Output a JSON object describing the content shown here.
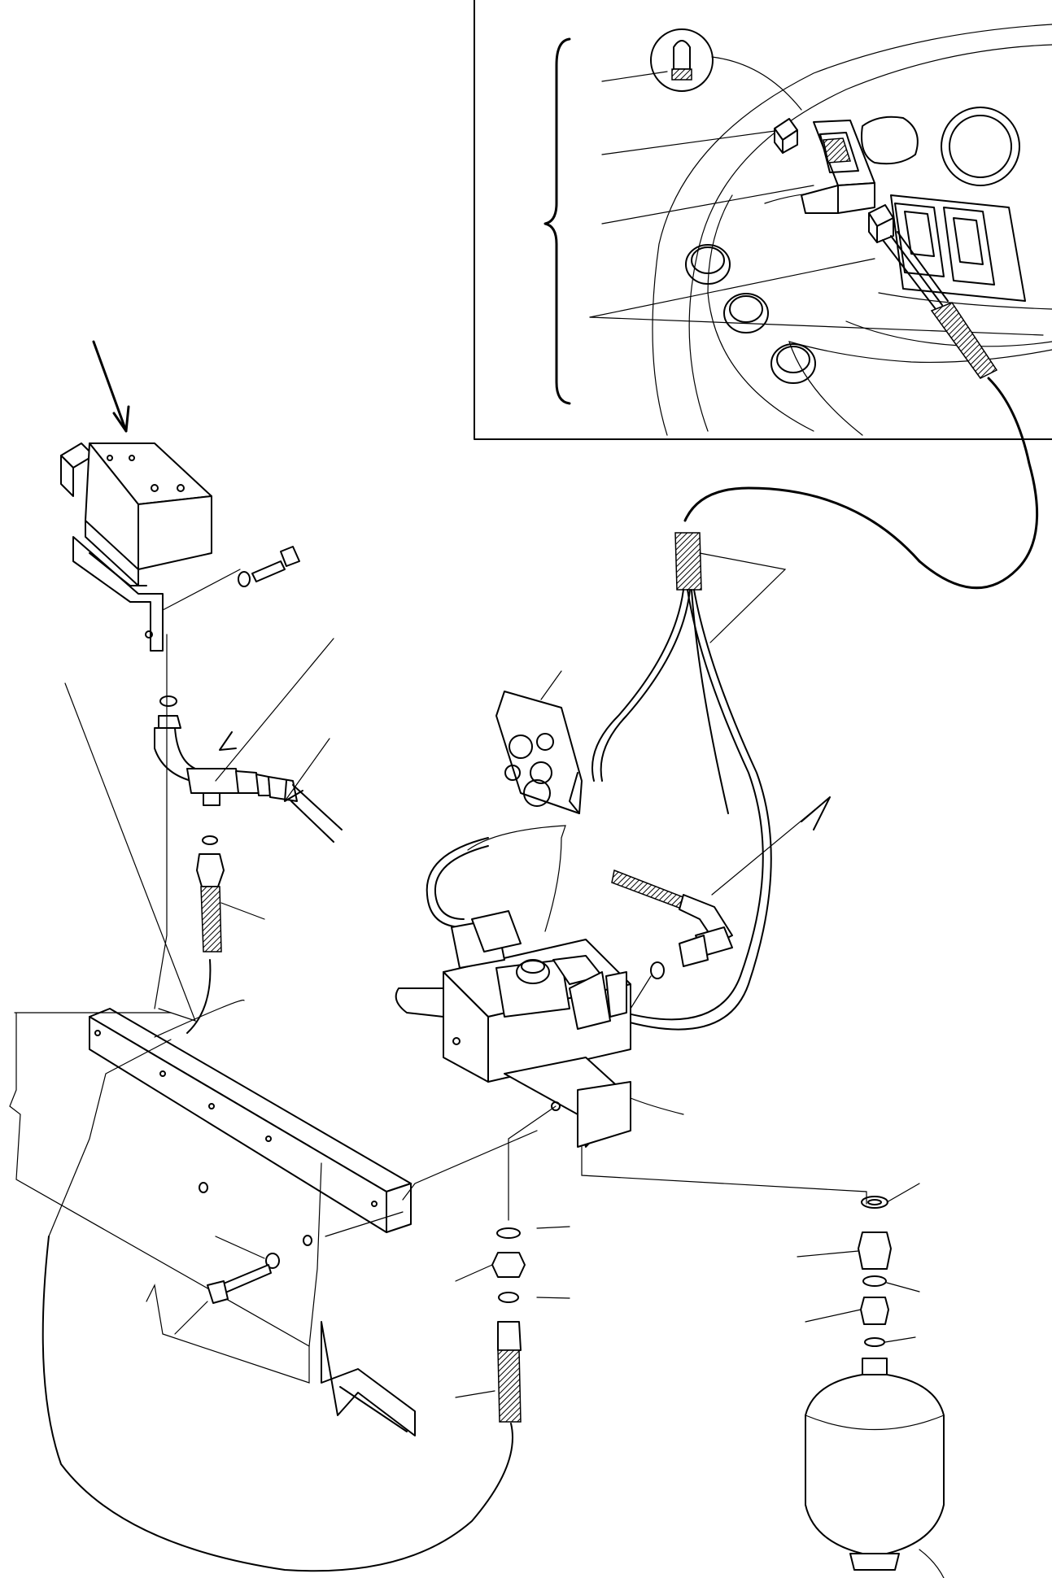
{
  "figure": {
    "kind": "exploded-parts-diagram",
    "line_color": "#000000",
    "background": "#ffffff"
  },
  "parts": {
    "dashboard_inset": [
      "bulb",
      "switch-cap",
      "rocker-switch",
      "switch-connector",
      "wiring-harness"
    ],
    "left_assembly": [
      "valve-block",
      "screw",
      "washer",
      "o-ring",
      "elbow-fitting",
      "tee-fitting",
      "hose-adapter",
      "hose",
      "mounting-bar",
      "bolt"
    ],
    "right_assembly": [
      "solenoid-valve",
      "label-decal",
      "connector",
      "elbow-hose-fitting",
      "o-ring",
      "adapter",
      "hose",
      "accumulator"
    ]
  }
}
